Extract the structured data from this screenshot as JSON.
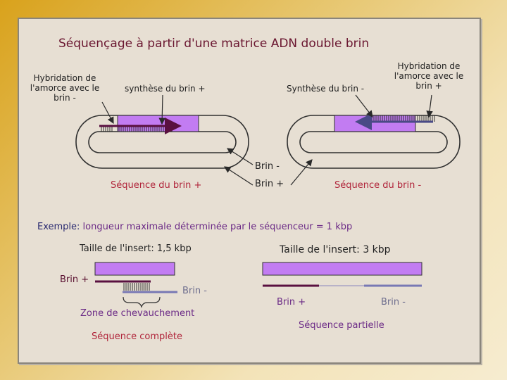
{
  "title": "Séquençage à partir d'une matrice ADN double brin",
  "left_diagram": {
    "hyb_label": [
      "Hybridation de",
      "l'amorce avec le",
      "brin -"
    ],
    "synth_label": "synthèse du brin +",
    "sequence_label": "Séquence du brin +"
  },
  "right_diagram": {
    "hyb_label": [
      "Hybridation de",
      "l'amorce avec le",
      "brin +"
    ],
    "synth_label": "Synthèse du brin -",
    "sequence_label": "Séquence du brin -"
  },
  "strand_minus": "Brin -",
  "strand_plus": "Brin +",
  "example": {
    "prefix": "Exemple:",
    "text": " longueur maximale déterminée par le séquenceur = 1 kbp"
  },
  "case_1": {
    "insert_size": "Taille de l'insert: 1,5 kbp",
    "brin_plus": "Brin +",
    "brin_minus": "Brin -",
    "overlap": "Zone de chevauchement",
    "result": "Séquence complète"
  },
  "case_2": {
    "insert_size": "Taille de l'insert: 3 kbp",
    "brin_plus": "Brin +",
    "brin_minus": "Brin -",
    "result": "Séquence partielle"
  },
  "colors": {
    "insert_fill": "#c27cf2",
    "strand_plus": "#5a1040",
    "strand_minus": "#7878b4",
    "label_red": "#b0243a",
    "title": "#6a1630"
  }
}
